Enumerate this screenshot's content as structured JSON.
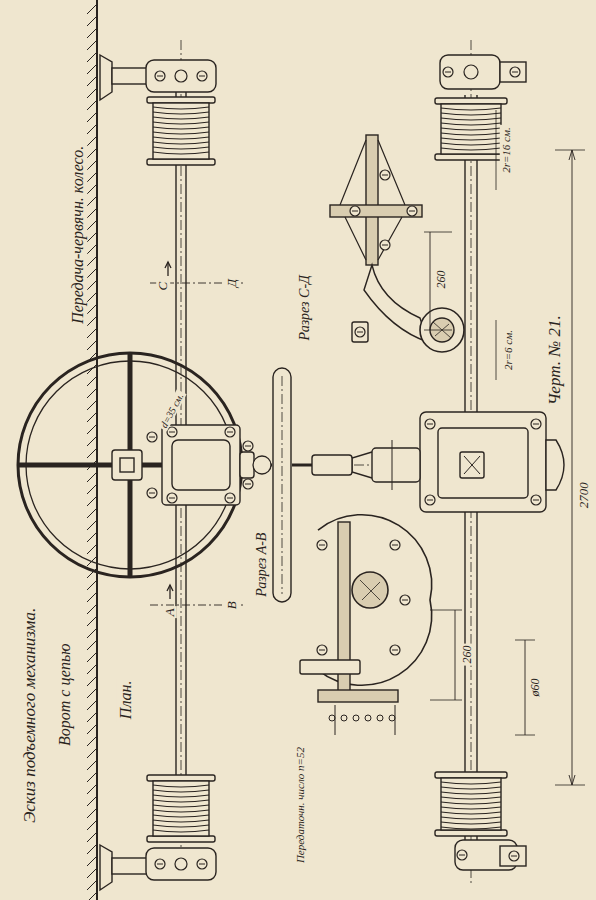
{
  "diagram": {
    "title": "Эскиз подъемного механизма.",
    "caption": "Черт. № 21.",
    "labels": [
      "Ворот с цепью",
      "План.",
      "Передача-червячн. колесо.",
      "A",
      "B",
      "C",
      "Д",
      "d=35 см.",
      "Разрез C-Д",
      "260",
      "Разрез A-B",
      "260",
      "ø60",
      "Передаточн. число n=52",
      "2r=16 см.",
      "2r=6 см.",
      "2700"
    ]
  }
}
